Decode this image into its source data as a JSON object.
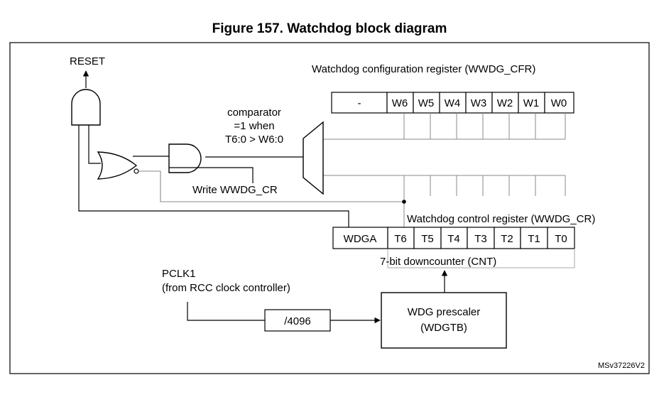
{
  "title": "Figure 157. Watchdog block diagram",
  "reset_label": "RESET",
  "cfr": {
    "label": "Watchdog configuration register (WWDG_CFR)",
    "bits": [
      "-",
      "W6",
      "W5",
      "W4",
      "W3",
      "W2",
      "W1",
      "W0"
    ]
  },
  "comparator": {
    "line1": "comparator",
    "line2": "=1 when",
    "line3": "T6:0 > W6:0"
  },
  "write_label": "Write WWDG_CR",
  "cr": {
    "label": "Watchdog control register (WWDG_CR)",
    "bits": [
      "WDGA",
      "T6",
      "T5",
      "T4",
      "T3",
      "T2",
      "T1",
      "T0"
    ],
    "counter_label": "7-bit downcounter (CNT)"
  },
  "pclk": {
    "line1": "PCLK1",
    "line2": "(from RCC clock controller)"
  },
  "divider_label": "/4096",
  "prescaler": {
    "line1": "WDG prescaler",
    "line2": "(WDGTB)"
  },
  "doc_id": "MSv37226V2"
}
